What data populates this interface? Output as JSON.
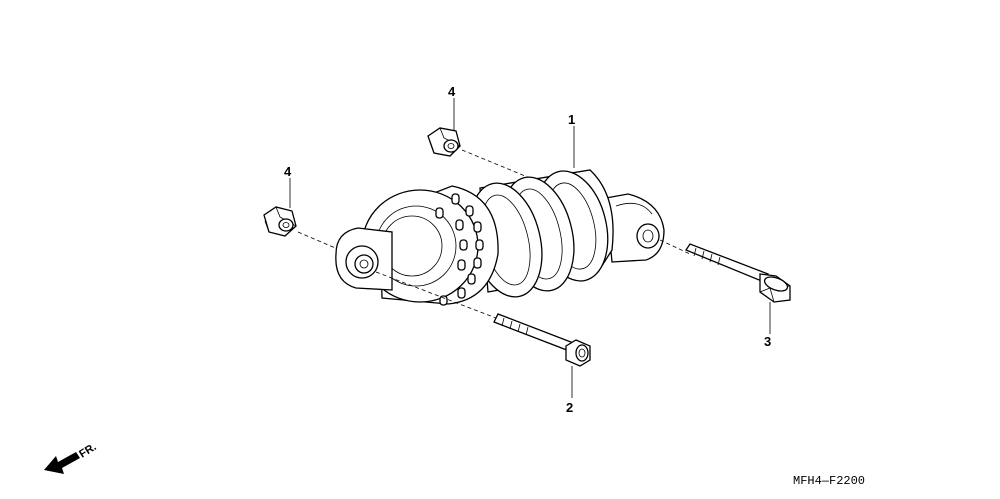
{
  "diagram": {
    "parts": [
      {
        "ref": "1"
      },
      {
        "ref": "2"
      },
      {
        "ref": "3"
      },
      {
        "ref": "4"
      },
      {
        "ref": "4"
      }
    ],
    "direction_label": "FR.",
    "diagram_code": "MFH4—F2200"
  }
}
